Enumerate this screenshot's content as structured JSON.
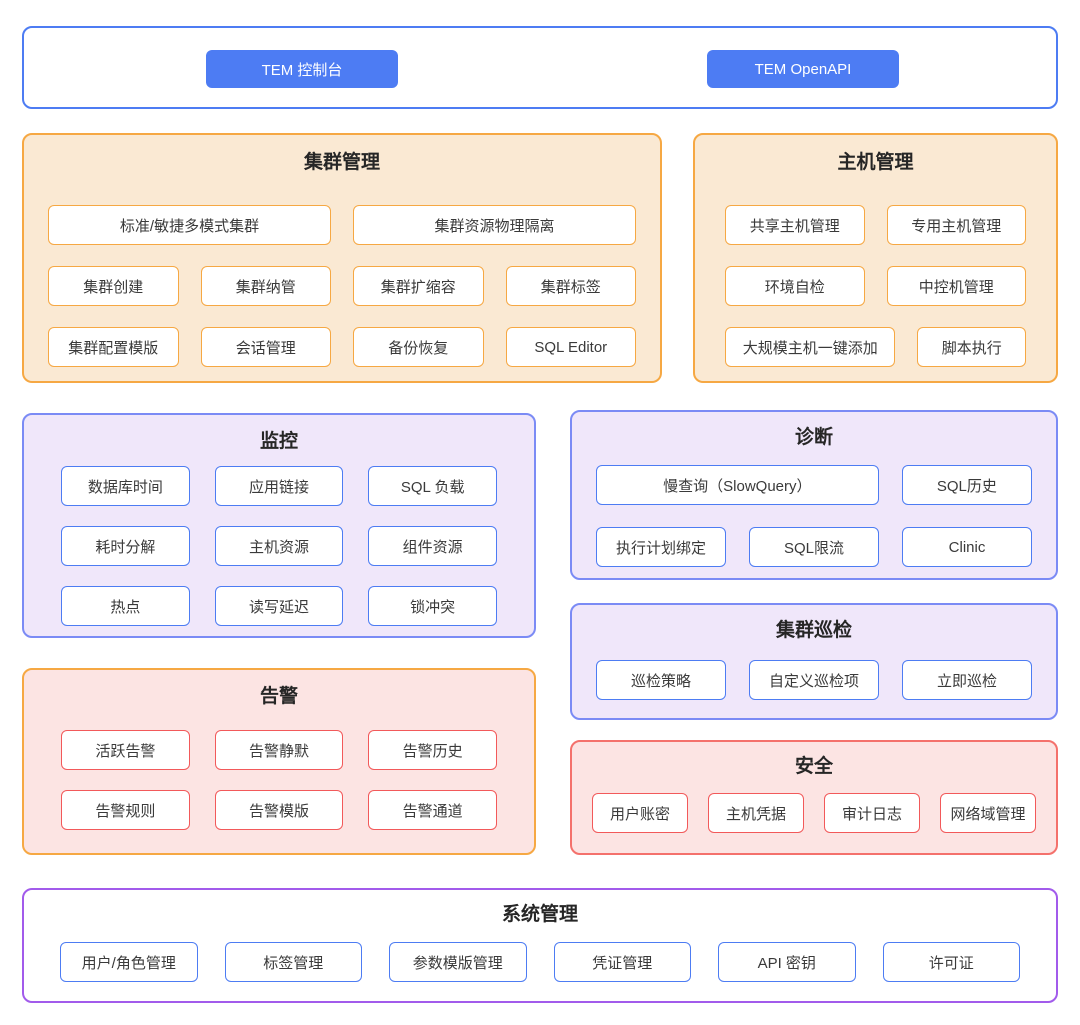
{
  "colors": {
    "accent_blue": "#4d7cf3",
    "orange_border": "#f6a843",
    "orange_fill": "#fae9d3",
    "purple_border": "#7b8bf5",
    "lavender_fill": "#f0e7fa",
    "pink_fill": "#fce4e3",
    "red_border": "#f2595a",
    "salmon_border": "#f4716c",
    "violet_border": "#a25beb",
    "button_text": "#ffffff",
    "item_text": "#3a3a3a",
    "title_text": "#262626"
  },
  "top_bar": {
    "buttons": [
      {
        "id": "tem-console",
        "label": "TEM 控制台"
      },
      {
        "id": "tem-openapi",
        "label": "TEM OpenAPI"
      }
    ]
  },
  "sections": [
    {
      "id": "cluster-management",
      "title": "集群管理",
      "theme": "orange",
      "rows": [
        [
          "标准/敏捷多模式集群",
          "集群资源物理隔离"
        ],
        [
          "集群创建",
          "集群纳管",
          "集群扩缩容",
          "集群标签"
        ],
        [
          "集群配置模版",
          "会话管理",
          "备份恢复",
          "SQL Editor"
        ]
      ]
    },
    {
      "id": "host-management",
      "title": "主机管理",
      "theme": "orange",
      "rows": [
        [
          "共享主机管理",
          "专用主机管理"
        ],
        [
          "环境自检",
          "中控机管理"
        ],
        [
          "大规模主机一键添加",
          "脚本执行"
        ]
      ]
    },
    {
      "id": "monitoring",
      "title": "监控",
      "theme": "purple",
      "rows": [
        [
          "数据库时间",
          "应用链接",
          "SQL 负载"
        ],
        [
          "耗时分解",
          "主机资源",
          "组件资源"
        ],
        [
          "热点",
          "读写延迟",
          "锁冲突"
        ]
      ]
    },
    {
      "id": "diagnosis",
      "title": "诊断",
      "theme": "purple",
      "rows": [
        [
          "慢查询（SlowQuery）",
          "SQL历史"
        ],
        [
          "执行计划绑定",
          "SQL限流",
          "Clinic"
        ]
      ]
    },
    {
      "id": "alerts",
      "title": "告警",
      "theme": "pink-orange",
      "rows": [
        [
          "活跃告警",
          "告警静默",
          "告警历史"
        ],
        [
          "告警规则",
          "告警模版",
          "告警通道"
        ]
      ]
    },
    {
      "id": "cluster-inspection",
      "title": "集群巡检",
      "theme": "purple",
      "rows": [
        [
          "巡检策略",
          "自定义巡检项",
          "立即巡检"
        ]
      ]
    },
    {
      "id": "security",
      "title": "安全",
      "theme": "pink-red",
      "rows": [
        [
          "用户账密",
          "主机凭据",
          "审计日志",
          "网络域管理"
        ]
      ]
    },
    {
      "id": "system-management",
      "title": "系统管理",
      "theme": "white-violet",
      "rows": [
        [
          "用户/角色管理",
          "标签管理",
          "参数模版管理",
          "凭证管理",
          "API 密钥",
          "许可证"
        ]
      ]
    }
  ]
}
